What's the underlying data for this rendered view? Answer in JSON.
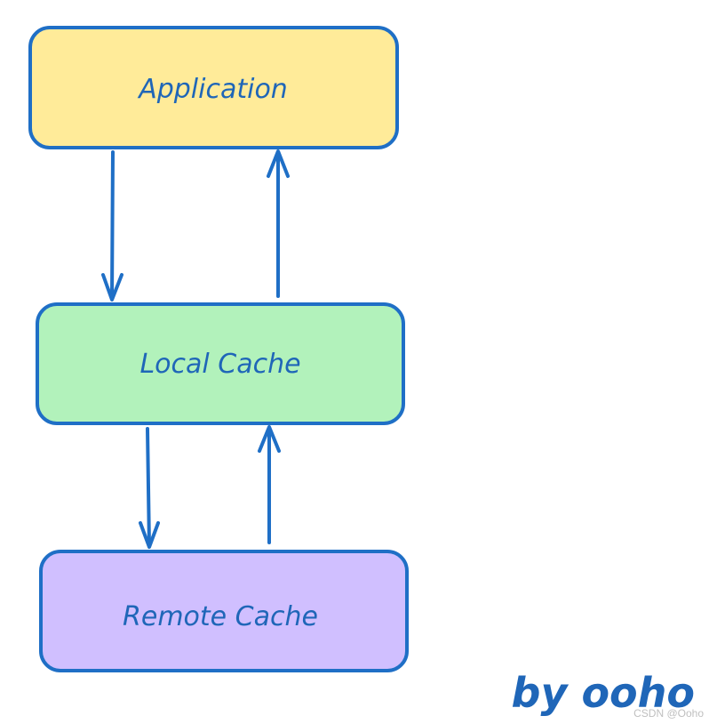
{
  "colors": {
    "stroke": "#1f6fc6",
    "text": "#1f66b8",
    "application_fill": "#ffeb99",
    "local_cache_fill": "#b2f2bb",
    "remote_cache_fill": "#d0bfff"
  },
  "boxes": {
    "application": {
      "label": "Application"
    },
    "local_cache": {
      "label": "Local Cache"
    },
    "remote_cache": {
      "label": "Remote Cache"
    }
  },
  "signature": "by ooho",
  "watermark": "CSDN @Ooho"
}
